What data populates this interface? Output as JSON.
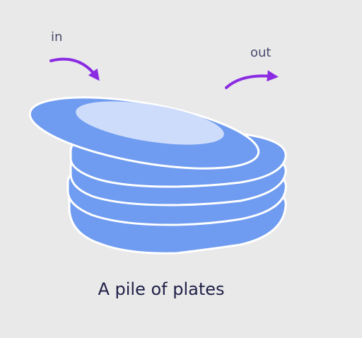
{
  "diagram": {
    "caption": "A pile of plates",
    "in_label": "in",
    "out_label": "out",
    "plate_count": 5
  },
  "colors": {
    "background": "#e9e9ea",
    "plate_rim": "#6f9cf0",
    "plate_center": "#cddcfb",
    "plate_outline": "#ffffff",
    "arrow": "#8a2be2",
    "label_text": "#4a4a6a",
    "caption_text": "#1f1f46"
  }
}
